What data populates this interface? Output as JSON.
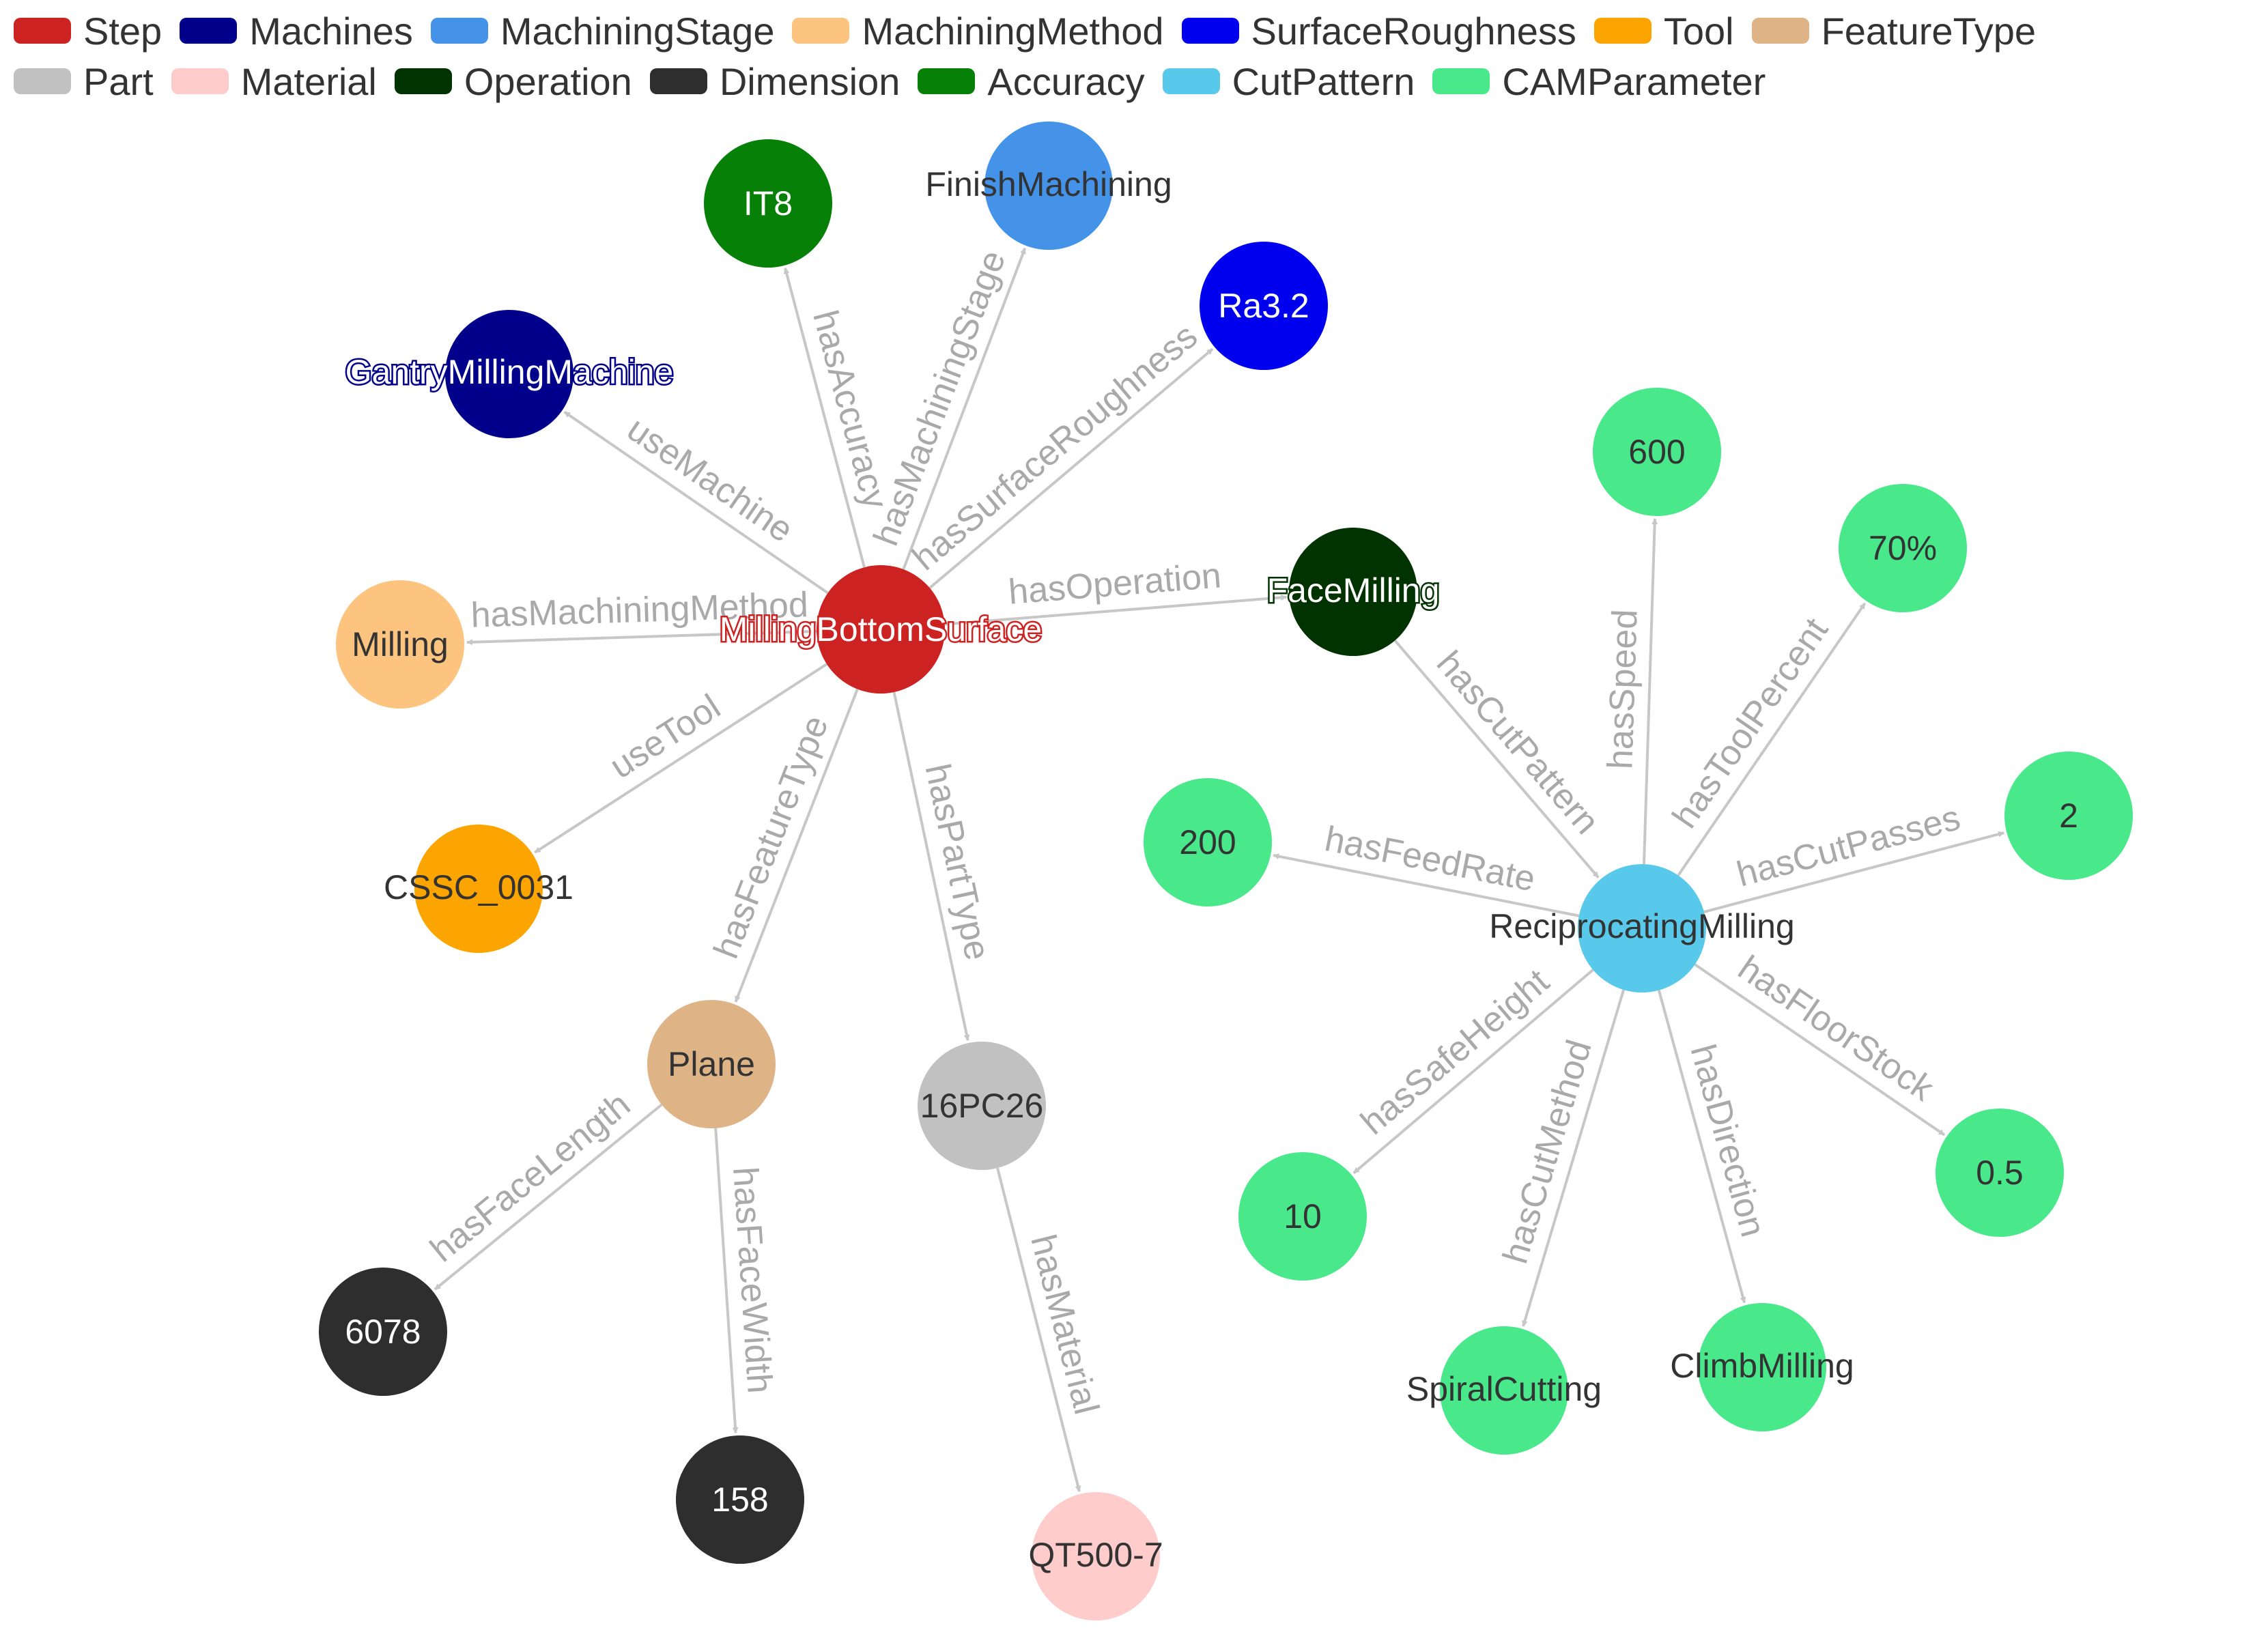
{
  "legend": [
    {
      "label": "Step",
      "color": "#cc2222"
    },
    {
      "label": "Machines",
      "color": "#00008b"
    },
    {
      "label": "MachiningStage",
      "color": "#4593e8"
    },
    {
      "label": "MachiningMethod",
      "color": "#fcc47f"
    },
    {
      "label": "SurfaceRoughness",
      "color": "#0000ee"
    },
    {
      "label": "Tool",
      "color": "#fca400"
    },
    {
      "label": "FeatureType",
      "color": "#deb487"
    },
    {
      "label": "Part",
      "color": "#c1c1c1"
    },
    {
      "label": "Material",
      "color": "#ffcccc"
    },
    {
      "label": "Operation",
      "color": "#003300"
    },
    {
      "label": "Dimension",
      "color": "#2e2e2e"
    },
    {
      "label": "Accuracy",
      "color": "#068006"
    },
    {
      "label": "CutPattern",
      "color": "#58c9ea"
    },
    {
      "label": "CAMParameter",
      "color": "#48e88b"
    }
  ],
  "nodes": [
    {
      "id": "MillingBottomSurface",
      "label": "MillingBottomSurface",
      "category": "Step"
    },
    {
      "id": "IT8",
      "label": "IT8",
      "category": "Accuracy"
    },
    {
      "id": "FinishMachining",
      "label": "FinishMachining",
      "category": "MachiningStage"
    },
    {
      "id": "Ra3.2",
      "label": "Ra3.2",
      "category": "SurfaceRoughness"
    },
    {
      "id": "GantryMillingMachine",
      "label": "GantryMillingMachine",
      "category": "Machines"
    },
    {
      "id": "Milling",
      "label": "Milling",
      "category": "MachiningMethod"
    },
    {
      "id": "CSSC_0031",
      "label": "CSSC_0031",
      "category": "Tool"
    },
    {
      "id": "FaceMilling",
      "label": "FaceMilling",
      "category": "Operation"
    },
    {
      "id": "Plane",
      "label": "Plane",
      "category": "FeatureType"
    },
    {
      "id": "16PC26",
      "label": "16PC26",
      "category": "Part"
    },
    {
      "id": "6078",
      "label": "6078",
      "category": "Dimension"
    },
    {
      "id": "158",
      "label": "158",
      "category": "Dimension"
    },
    {
      "id": "QT500-7",
      "label": "QT500-7",
      "category": "Material"
    },
    {
      "id": "ReciprocatingMilling",
      "label": "ReciprocatingMilling",
      "category": "CutPattern"
    },
    {
      "id": "600",
      "label": "600",
      "category": "CAMParameter"
    },
    {
      "id": "70%",
      "label": "70%",
      "category": "CAMParameter"
    },
    {
      "id": "2",
      "label": "2",
      "category": "CAMParameter"
    },
    {
      "id": "200",
      "label": "200",
      "category": "CAMParameter"
    },
    {
      "id": "0.5",
      "label": "0.5",
      "category": "CAMParameter"
    },
    {
      "id": "10",
      "label": "10",
      "category": "CAMParameter"
    },
    {
      "id": "SpiralCutting",
      "label": "SpiralCutting",
      "category": "CAMParameter"
    },
    {
      "id": "ClimbMilling",
      "label": "ClimbMilling",
      "category": "CAMParameter"
    }
  ],
  "edges": [
    {
      "source": "MillingBottomSurface",
      "target": "IT8",
      "label": "hasAccuracy"
    },
    {
      "source": "MillingBottomSurface",
      "target": "FinishMachining",
      "label": "hasMachiningStage"
    },
    {
      "source": "MillingBottomSurface",
      "target": "Ra3.2",
      "label": "hasSurfaceRoughness"
    },
    {
      "source": "MillingBottomSurface",
      "target": "GantryMillingMachine",
      "label": "useMachine"
    },
    {
      "source": "MillingBottomSurface",
      "target": "Milling",
      "label": "hasMachiningMethod"
    },
    {
      "source": "MillingBottomSurface",
      "target": "CSSC_0031",
      "label": "useTool"
    },
    {
      "source": "MillingBottomSurface",
      "target": "FaceMilling",
      "label": "hasOperation"
    },
    {
      "source": "MillingBottomSurface",
      "target": "Plane",
      "label": "hasFeatureType"
    },
    {
      "source": "MillingBottomSurface",
      "target": "16PC26",
      "label": "hasPartType"
    },
    {
      "source": "Plane",
      "target": "6078",
      "label": "hasFaceLength"
    },
    {
      "source": "Plane",
      "target": "158",
      "label": "hasFaceWidth"
    },
    {
      "source": "16PC26",
      "target": "QT500-7",
      "label": "hasMaterial"
    },
    {
      "source": "FaceMilling",
      "target": "ReciprocatingMilling",
      "label": "hasCutPattern"
    },
    {
      "source": "ReciprocatingMilling",
      "target": "600",
      "label": "hasSpeed"
    },
    {
      "source": "ReciprocatingMilling",
      "target": "70%",
      "label": "hasToolPercent"
    },
    {
      "source": "ReciprocatingMilling",
      "target": "2",
      "label": "hasCutPasses"
    },
    {
      "source": "ReciprocatingMilling",
      "target": "200",
      "label": "hasFeedRate"
    },
    {
      "source": "ReciprocatingMilling",
      "target": "0.5",
      "label": "hasFloorStock"
    },
    {
      "source": "ReciprocatingMilling",
      "target": "10",
      "label": "hasSafeHeight"
    },
    {
      "source": "ReciprocatingMilling",
      "target": "SpiralCutting",
      "label": "hasCutMethod"
    },
    {
      "source": "ReciprocatingMilling",
      "target": "ClimbMilling",
      "label": "hasDirection"
    }
  ]
}
